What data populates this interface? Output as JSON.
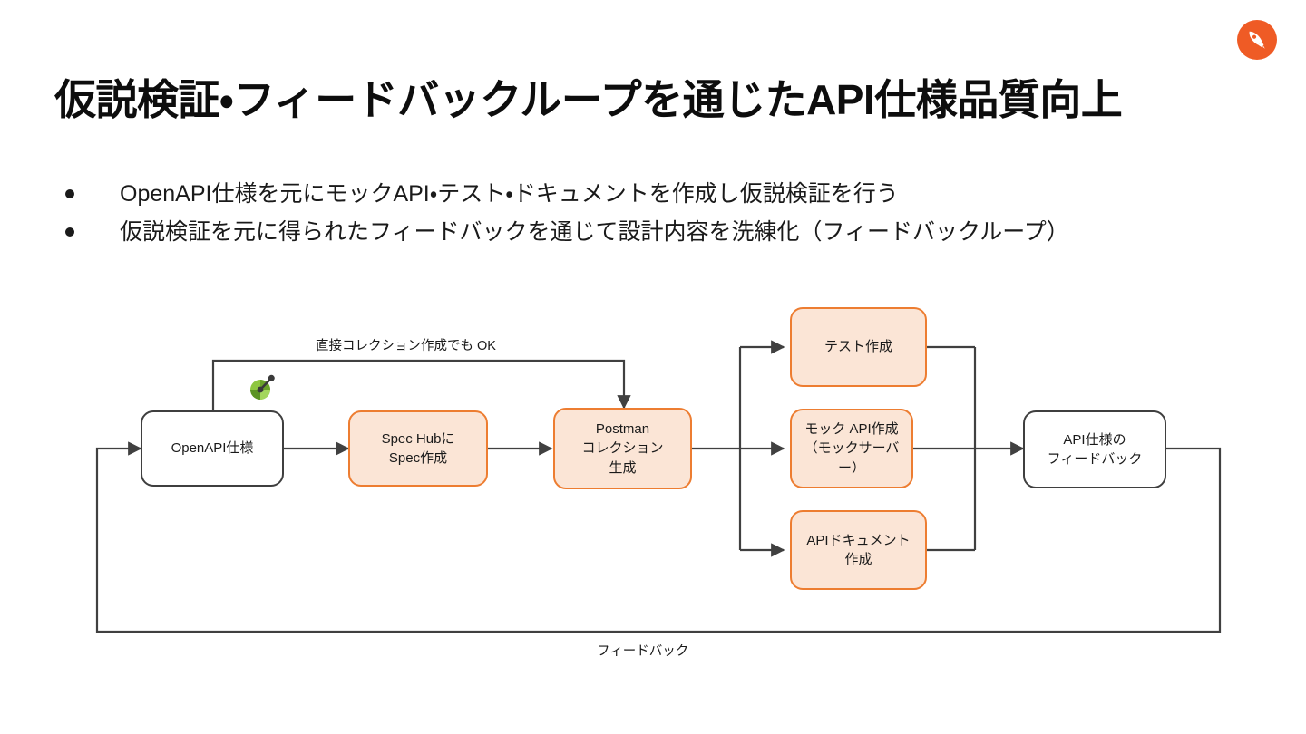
{
  "slide": {
    "title": "仮説検証・フィードバックループを通じたAPI仕様品質向上",
    "bullets": [
      "OpenAPI仕様を元にモックAPI・テスト・ドキュメントを作成し仮説検証を行う",
      "仮説検証を元に得られたフィードバックを通じて設計内容を洗練化（フィードバックループ）"
    ]
  },
  "logo": {
    "name": "postman-logo",
    "color": "#EF5B25",
    "glyph_color": "#FFFFFF"
  },
  "colors": {
    "accent_fill": "#FBE5D6",
    "accent_border": "#ED7D31",
    "plain_fill": "#FFFFFF",
    "plain_border": "#3F3F3F",
    "connector": "#404040",
    "text": "#1A1A1A",
    "title": "#0D0D0D"
  },
  "diagram": {
    "nodes": [
      {
        "id": "openapi",
        "label": "OpenAPI仕様",
        "style": "plain"
      },
      {
        "id": "spechub",
        "label": "Spec Hubに\nSpec作成",
        "style": "accent"
      },
      {
        "id": "postman",
        "label": "Postman\nコレクション\n生成",
        "style": "accent"
      },
      {
        "id": "test",
        "label": "テスト作成",
        "style": "accent"
      },
      {
        "id": "mock",
        "label": "モック API作成\n（モックサーバー）",
        "style": "accent"
      },
      {
        "id": "apidoc",
        "label": "APIドキュメント\n作成",
        "style": "accent"
      },
      {
        "id": "feedback",
        "label": "API仕様の\nフィードバック",
        "style": "plain"
      }
    ],
    "edge_labels": [
      {
        "id": "bypass",
        "text": "直接コレクション作成でも OK"
      },
      {
        "id": "feedback-loop",
        "text": "フィードバック"
      }
    ],
    "marks": [
      {
        "id": "swagger",
        "name": "swagger-openapi-icon",
        "colors": [
          "#85C440",
          "#6FA32B",
          "#3F3F3F"
        ]
      }
    ]
  }
}
